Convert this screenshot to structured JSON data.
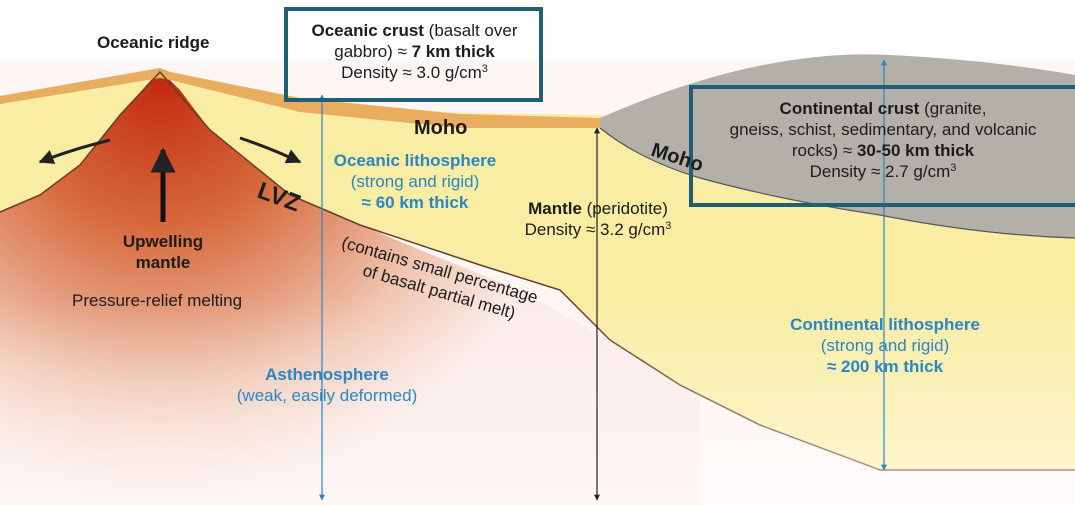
{
  "labels": {
    "oceanic_ridge": "Oceanic ridge",
    "oceanic_crust_title": "Oceanic crust",
    "oceanic_crust_desc1": " (basalt over",
    "oceanic_crust_desc2": "gabbro) ≈ ",
    "oceanic_crust_thick": "7 km thick",
    "oceanic_crust_density": "Density ≈ 3.0 g/cm",
    "moho": "Moho",
    "oceanic_lithosphere_title": "Oceanic lithosphere",
    "oceanic_lithosphere_desc": "(strong and rigid)",
    "oceanic_lithosphere_thick": "≈ 60 km thick",
    "lvz": "LVZ",
    "lvz_note1": "(contains small  percentage",
    "lvz_note2": "of basalt partial melt)",
    "upwelling1": "Upwelling",
    "upwelling2": "mantle",
    "pressure_relief": "Pressure-relief melting",
    "mantle_title": "Mantle",
    "mantle_desc": " (peridotite)",
    "mantle_density": "Density ≈ 3.2 g/cm",
    "asthenosphere_title": "Asthenosphere",
    "asthenosphere_desc": "(weak, easily deformed)",
    "continental_crust_title": "Continental crust",
    "continental_crust_desc1": " (granite,",
    "continental_crust_desc2": "gneiss, schist, sedimentary, and volcanic",
    "continental_crust_desc3": "rocks) ≈ ",
    "continental_crust_thick": "30-50 km thick",
    "continental_crust_density": "Density ≈ 2.7 g/cm",
    "continental_lithosphere_title": "Continental lithosphere",
    "continental_lithosphere_desc": "(strong and rigid)",
    "continental_lithosphere_thick": "≈ 200 km thick",
    "cube": "3"
  },
  "colors": {
    "lithosphere": "#f9eda4",
    "oceanic_crust": "#e8ad5f",
    "continental_crust": "#b3b0aa",
    "magma": "#c5401d",
    "highlight_box": "#1f5f73",
    "blue_text": "#2b86c4"
  }
}
